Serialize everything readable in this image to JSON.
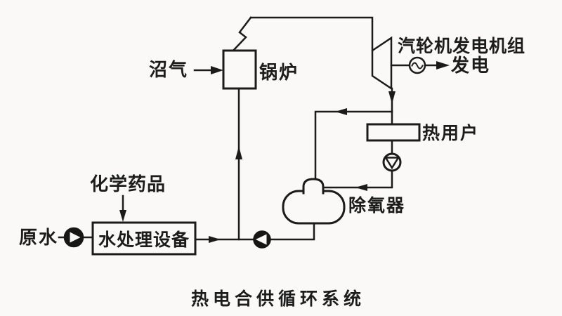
{
  "diagram": {
    "caption": "热电合供循环系统",
    "components": {
      "biogas_label": "沼气",
      "boiler_label": "锅炉",
      "turbine_generator_label": "汽轮机发电机组",
      "power_output_label": "发电",
      "heat_user_label": "热用户",
      "deaerator_label": "除氧器",
      "chemicals_label": "化学药品",
      "raw_water_label": "原水",
      "water_treatment_label": "水处理设备"
    },
    "icons": {
      "generator_icon": "circle-with-sine-wave",
      "raw_water_pump_icon": "filled-circle-triangle-right",
      "feed_pump_icon": "filled-circle-triangle-left",
      "condensate_pump_icon": "outline-circle-triangle-down",
      "flow_arrow_icon": "solid-triangular-arrowhead"
    },
    "colors": {
      "background": "#faf9f7",
      "line": "#1b1b1b",
      "text": "#1c1c1c"
    }
  }
}
